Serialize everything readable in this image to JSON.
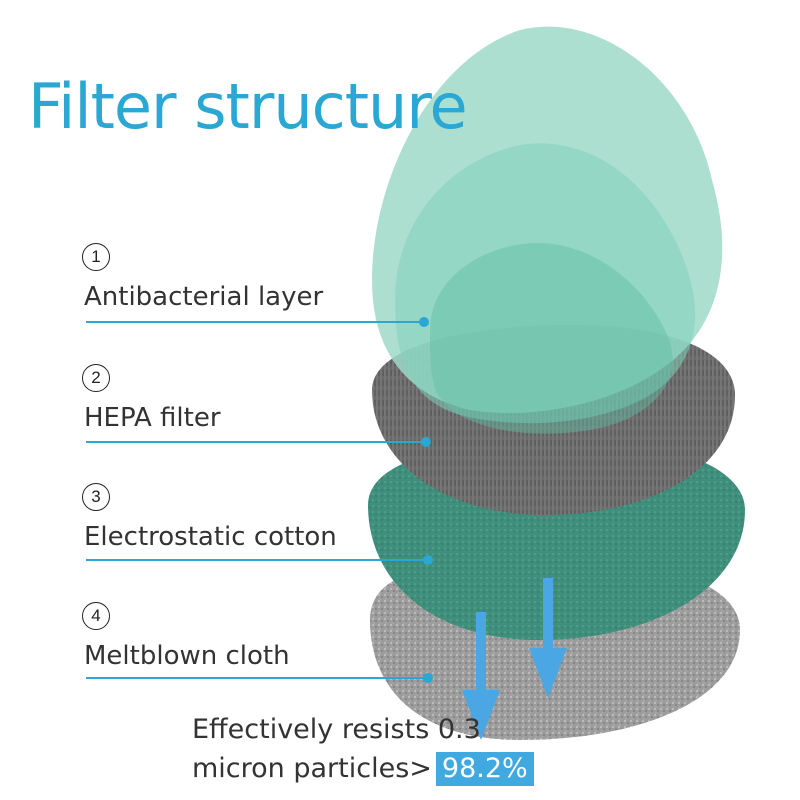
{
  "title": "Filter structure",
  "layers": [
    {
      "number": "1",
      "label": "Antibacterial layer",
      "color": "#9fd9c9"
    },
    {
      "number": "2",
      "label": "HEPA filter",
      "color": "#6b6b6b"
    },
    {
      "number": "3",
      "label": "Electrostatic cotton",
      "color": "#3d8f7c"
    },
    {
      "number": "4",
      "label": "Meltblown cloth",
      "color": "#9a9a9a"
    }
  ],
  "footer": {
    "line1": "Effectively resists 0.3",
    "line2": "micron particles>",
    "percentage": "98.2%"
  },
  "accent_color": "#3fa9e0"
}
